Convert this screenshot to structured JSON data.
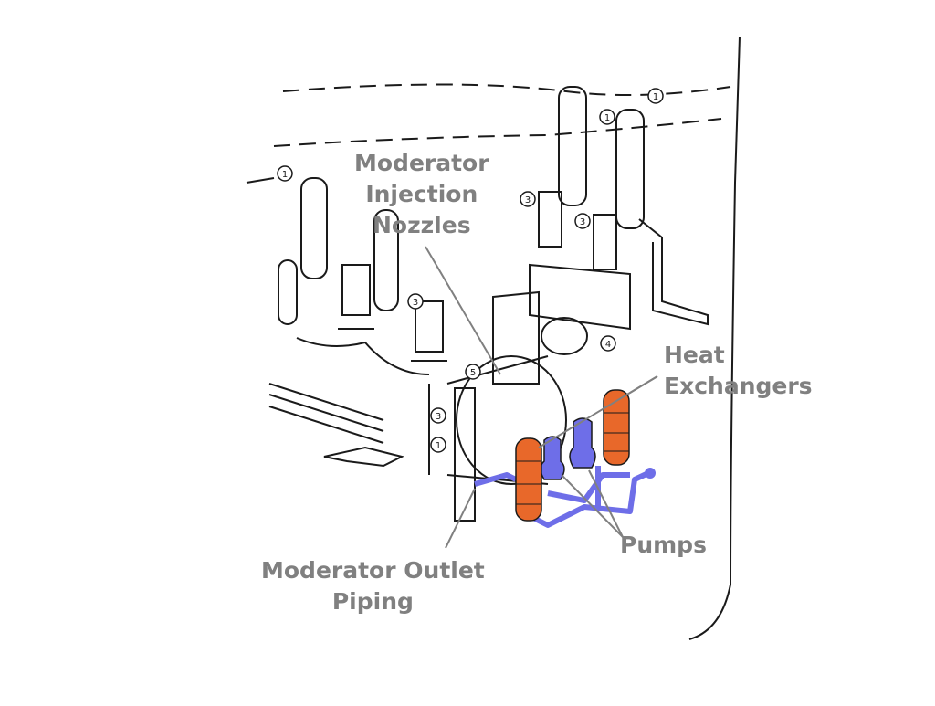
{
  "labels": {
    "injection_nozzles": [
      "Moderator",
      "Injection",
      "Nozzles"
    ],
    "heat_exchangers": [
      "Heat",
      "Exchangers"
    ],
    "pumps": "Pumps",
    "outlet_piping": [
      "Moderator Outlet",
      "Piping"
    ]
  },
  "callout_numbers": [
    "1",
    "1",
    "1",
    "3",
    "3",
    "3",
    "3",
    "1",
    "4",
    "5"
  ],
  "colors": {
    "heat_exchanger": "#e8682a",
    "pump": "#6e6ee8",
    "label": "#808080",
    "line_art": "#1a1a1a"
  }
}
